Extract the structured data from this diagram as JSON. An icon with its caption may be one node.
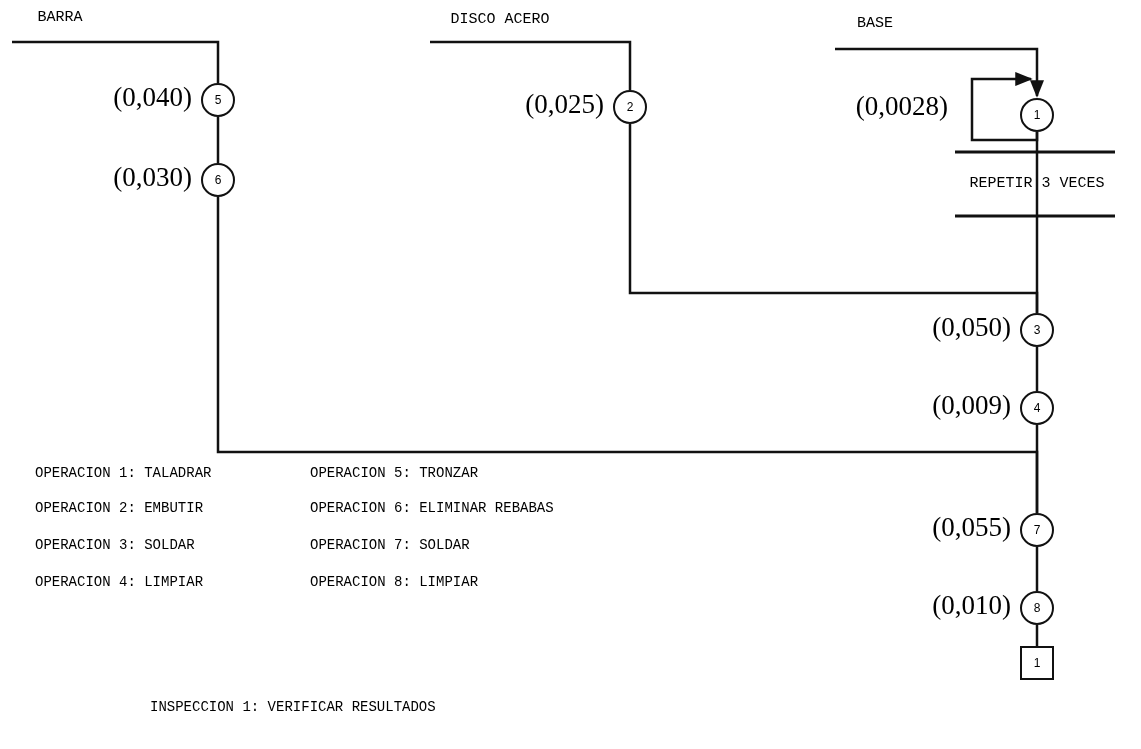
{
  "diagram": {
    "nodes": [
      {
        "text": [
          "BARRA"
        ]
      },
      {
        "text": [
          "DISCO ACERO"
        ]
      },
      {
        "text": [
          "BASE"
        ]
      },
      {
        "text": [
          "5"
        ],
        "beside": [
          "(0,040)"
        ]
      },
      {
        "text": [
          "2"
        ],
        "beside": [
          "(0,025)"
        ]
      },
      {
        "text": [
          "1"
        ],
        "beside": [
          "(0,0028)"
        ]
      },
      {
        "text": [
          "6"
        ],
        "beside": [
          "(0,030)"
        ]
      },
      {
        "text": [
          "3"
        ],
        "beside": [
          "(0,050)"
        ]
      },
      {
        "text": [
          "4"
        ],
        "beside": [
          "(0,009)"
        ]
      },
      {
        "text": [
          "7"
        ],
        "beside": [
          "(0,055)"
        ]
      },
      {
        "text": [
          "8"
        ],
        "beside": [
          "(0,010)"
        ]
      },
      {
        "text": [
          "1"
        ]
      }
    ],
    "edges": [
      {
        "from": 0,
        "to": 3,
        "arrow": "none"
      },
      {
        "from": 3,
        "to": 6,
        "arrow": "none"
      },
      {
        "from": 6,
        "to": 9,
        "arrow": "none"
      },
      {
        "from": 1,
        "to": 4,
        "arrow": "none"
      },
      {
        "from": 4,
        "to": 7,
        "arrow": "none"
      },
      {
        "from": 2,
        "to": 5,
        "arrow": "to"
      },
      {
        "from": 5,
        "to": 5,
        "arrow": "to"
      },
      {
        "from": 5,
        "to": 7,
        "arrow": "none"
      },
      {
        "from": 7,
        "to": 8,
        "arrow": "none"
      },
      {
        "from": 8,
        "to": 9,
        "arrow": "none"
      },
      {
        "from": 9,
        "to": 10,
        "arrow": "none"
      },
      {
        "from": 10,
        "to": 11,
        "arrow": "none"
      }
    ],
    "labels": [
      "REPETIR 3 VECES",
      "OPERACION 1: TALADRAR",
      "OPERACION 5: TRONZAR",
      "OPERACION 2: EMBUTIR",
      "OPERACION 6: ELIMINAR REBABAS",
      "OPERACION 3: SOLDAR",
      "OPERACION 7: SOLDAR",
      "OPERACION 4: LIMPIAR",
      "OPERACION 8: LIMPIAR",
      "INSPECCION 1: VERIFICAR RESULTADOS"
    ]
  }
}
